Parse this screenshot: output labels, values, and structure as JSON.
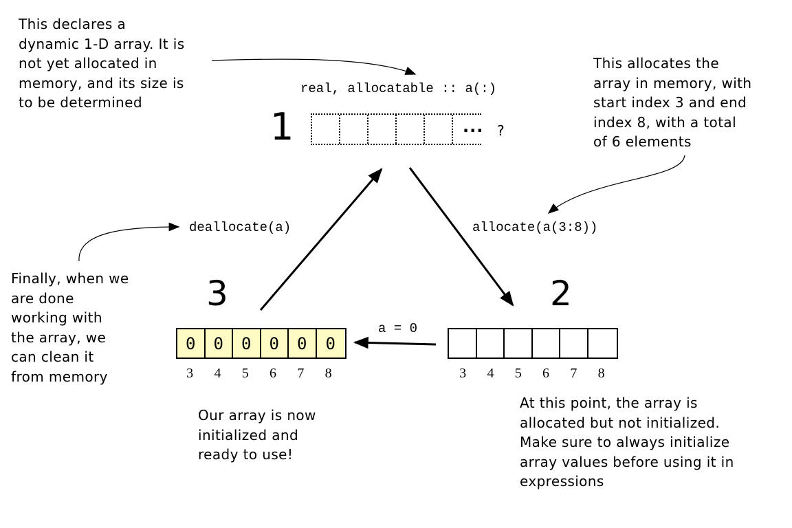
{
  "notes": {
    "declare": "This declares a\ndynamic 1-D array. It is\nnot yet allocated in\nmemory, and its size is\nto be determined",
    "allocate": "This allocates the\narray in memory, with\nstart index 3 and end\nindex 8, with a total\nof 6 elements",
    "deallocate": "Finally, when we\nare done\nworking with\nthe array, we\ncan clean it\nfrom memory",
    "initialized": "Our array is now\ninitialized and\nready to use!",
    "allocated_not_init": "At this point, the array is\nallocated but not initialized.\nMake sure to always initialize\narray values before using it in\nexpressions"
  },
  "code": {
    "declare": "real, allocatable :: a(:)",
    "allocate": "allocate(a(3:8))",
    "deallocate": "deallocate(a)",
    "assign": "a = 0"
  },
  "steps": {
    "one": "1",
    "two": "2",
    "three": "3"
  },
  "unallocated": {
    "ellipsis": "...",
    "unknown": "?"
  },
  "indices": [
    "3",
    "4",
    "5",
    "6",
    "7",
    "8"
  ],
  "initialized_values": [
    "0",
    "0",
    "0",
    "0",
    "0",
    "0"
  ],
  "colors": {
    "initialized_cell": "#fefbc4",
    "stroke": "#000000"
  }
}
